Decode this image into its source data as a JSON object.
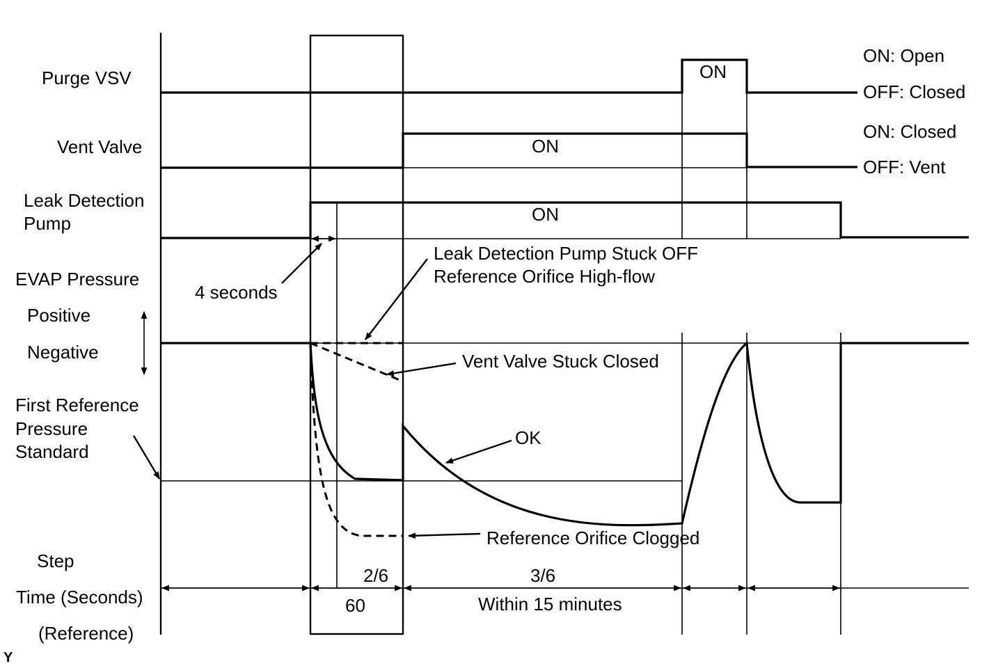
{
  "rows": {
    "purge_vsv": "Purge VSV",
    "vent_valve": "Vent Valve",
    "leak_pump_line1": "Leak Detection",
    "leak_pump_line2": "Pump",
    "evap_pressure": "EVAP Pressure",
    "positive": "Positive",
    "negative": "Negative",
    "first_ref_line1": "First Reference",
    "first_ref_line2": "Pressure",
    "first_ref_line3": "Standard",
    "step": "Step",
    "time": "Time (Seconds)",
    "reference": "(Reference)"
  },
  "state_labels": {
    "purge_on": "ON: Open",
    "purge_off": "OFF: Closed",
    "vent_on": "ON: Closed",
    "vent_off": "OFF: Vent"
  },
  "on_labels": {
    "purge": "ON",
    "vent": "ON",
    "pump": "ON"
  },
  "annotations": {
    "four_seconds": "4 seconds",
    "stuck_off_line1": "Leak Detection Pump Stuck OFF",
    "stuck_off_line2": "Reference Orifice High-flow",
    "vent_stuck": "Vent Valve Stuck Closed",
    "ok": "OK",
    "orifice_clogged": "Reference Orifice Clogged"
  },
  "steps": {
    "step2": "2/6",
    "step3": "3/6",
    "time_60": "60",
    "time_15min": "Within 15 minutes"
  },
  "corner_mark": "Y"
}
